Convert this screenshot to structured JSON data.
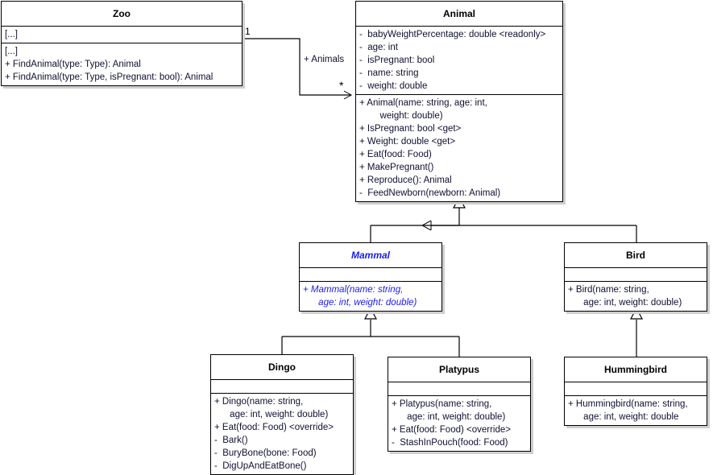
{
  "diagram": {
    "type": "uml-class-diagram",
    "title_text": "",
    "colors": {
      "line": "#000000",
      "text": "#101030",
      "abstract": "#1a1aee",
      "background": "#ffffff",
      "shadow": "#cfcfcf"
    }
  },
  "classes": {
    "zoo": {
      "name": "Zoo",
      "abstract": false,
      "attributes": [
        "[...]"
      ],
      "operations": [
        "[...]",
        "+ FindAnimal(type: Type): Animal",
        "+ FindAnimal(type: Type, isPregnant: bool): Animal"
      ]
    },
    "animal": {
      "name": "Animal",
      "abstract": false,
      "attributes": [
        "-  babyWeightPercentage: double <readonly>",
        "-  age: int",
        "-  isPregnant: bool",
        "-  name: string",
        "-  weight: double"
      ],
      "operations": [
        "+ Animal(name: string, age: int,",
        "        weight: double)",
        "+ IsPregnant: bool <get>",
        "+ Weight: double <get>",
        "+ Eat(food: Food)",
        "+ MakePregnant()",
        "+ Reproduce(): Animal",
        "-  FeedNewborn(newborn: Animal)"
      ]
    },
    "mammal": {
      "name": "Mammal",
      "abstract": true,
      "attributes": [],
      "operations": [
        "+ Mammal(name: string,",
        "      age: int, weight: double)"
      ]
    },
    "bird": {
      "name": "Bird",
      "abstract": false,
      "attributes": [],
      "operations": [
        "+ Bird(name: string,",
        "      age: int, weight: double)"
      ]
    },
    "dingo": {
      "name": "Dingo",
      "abstract": false,
      "attributes": [],
      "operations": [
        "+ Dingo(name: string,",
        "      age: int, weight: double)",
        "+ Eat(food: Food) <override>",
        "-  Bark()",
        "-  BuryBone(bone: Food)",
        "-  DigUpAndEatBone()"
      ]
    },
    "platypus": {
      "name": "Platypus",
      "abstract": false,
      "attributes": [],
      "operations": [
        "+ Platypus(name: string,",
        "      age: int, weight: double)",
        "+ Eat(food: Food) <override>",
        "-  StashInPouch(food: Food)"
      ]
    },
    "hummingbird": {
      "name": "Hummingbird",
      "abstract": false,
      "attributes": [],
      "operations": [
        "+ Hummingbird(name: string,",
        "      age: int, weight: double"
      ]
    }
  },
  "relationships": {
    "zoo_animal": {
      "kind": "association",
      "role_label": "+ Animals",
      "source_multiplicity": "1",
      "target_multiplicity": "*"
    },
    "generalizations": [
      {
        "from": "Mammal",
        "to": "Animal"
      },
      {
        "from": "Bird",
        "to": "Animal"
      },
      {
        "from": "Dingo",
        "to": "Mammal"
      },
      {
        "from": "Platypus",
        "to": "Mammal"
      },
      {
        "from": "Hummingbird",
        "to": "Bird"
      }
    ]
  }
}
